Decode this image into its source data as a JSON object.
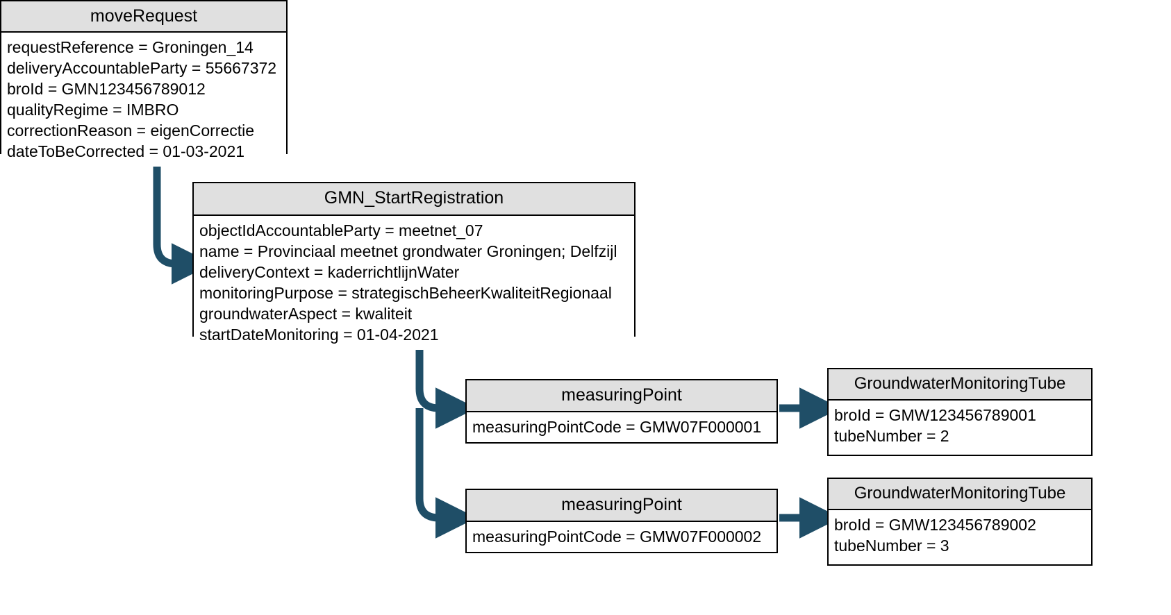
{
  "diagram": {
    "type": "uml-object-diagram",
    "title": "GMN moveRequest correction object diagram",
    "accent_color": "#1f4e67",
    "header_fill": "#e0e0e0",
    "box_border": "#000000",
    "background": "#ffffff"
  },
  "boxes": [
    {
      "id": "move-request",
      "name": "moveRequest",
      "attributes": [
        "requestReference = Groningen_14",
        "deliveryAccountableParty = 55667372",
        "broId = GMN123456789012",
        "qualityRegime = IMBRO",
        "correctionReason = eigenCorrectie",
        "dateToBeCorrected = 01-03-2021"
      ]
    },
    {
      "id": "gmn-start-registration",
      "name": "GMN_StartRegistration",
      "attributes": [
        "objectIdAccountableParty = meetnet_07",
        "name = Provinciaal meetnet grondwater Groningen; Delfzijl",
        "deliveryContext = kaderrichtlijnWater",
        "monitoringPurpose = strategischBeheerKwaliteitRegionaal",
        "groundwaterAspect = kwaliteit",
        "startDateMonitoring = 01-04-2021"
      ]
    },
    {
      "id": "measuring-point-1",
      "name": "measuringPoint",
      "attributes": [
        "measuringPointCode = GMW07F000001"
      ]
    },
    {
      "id": "groundwater-monitoring-tube-1",
      "name": "GroundwaterMonitoringTube",
      "attributes": [
        "broId = GMW123456789001",
        "tubeNumber = 2"
      ]
    },
    {
      "id": "measuring-point-2",
      "name": "measuringPoint",
      "attributes": [
        "measuringPointCode = GMW07F000002"
      ]
    },
    {
      "id": "groundwater-monitoring-tube-2",
      "name": "GroundwaterMonitoringTube",
      "attributes": [
        "broId = GMW123456789002",
        "tubeNumber = 3"
      ]
    }
  ],
  "connectors": [
    {
      "id": "move-request-to-start-registration",
      "from": "move-request",
      "to": "gmn-start-registration",
      "style": "elbow-arrow"
    },
    {
      "id": "start-registration-to-measuring-point-1",
      "from": "gmn-start-registration",
      "to": "measuring-point-1",
      "style": "elbow-arrow"
    },
    {
      "id": "start-registration-to-measuring-point-2",
      "from": "gmn-start-registration",
      "to": "measuring-point-2",
      "style": "elbow-arrow"
    },
    {
      "id": "measuring-point-1-to-tube-1",
      "from": "measuring-point-1",
      "to": "groundwater-monitoring-tube-1",
      "style": "straight-arrow"
    },
    {
      "id": "measuring-point-2-to-tube-2",
      "from": "measuring-point-2",
      "to": "groundwater-monitoring-tube-2",
      "style": "straight-arrow"
    }
  ]
}
